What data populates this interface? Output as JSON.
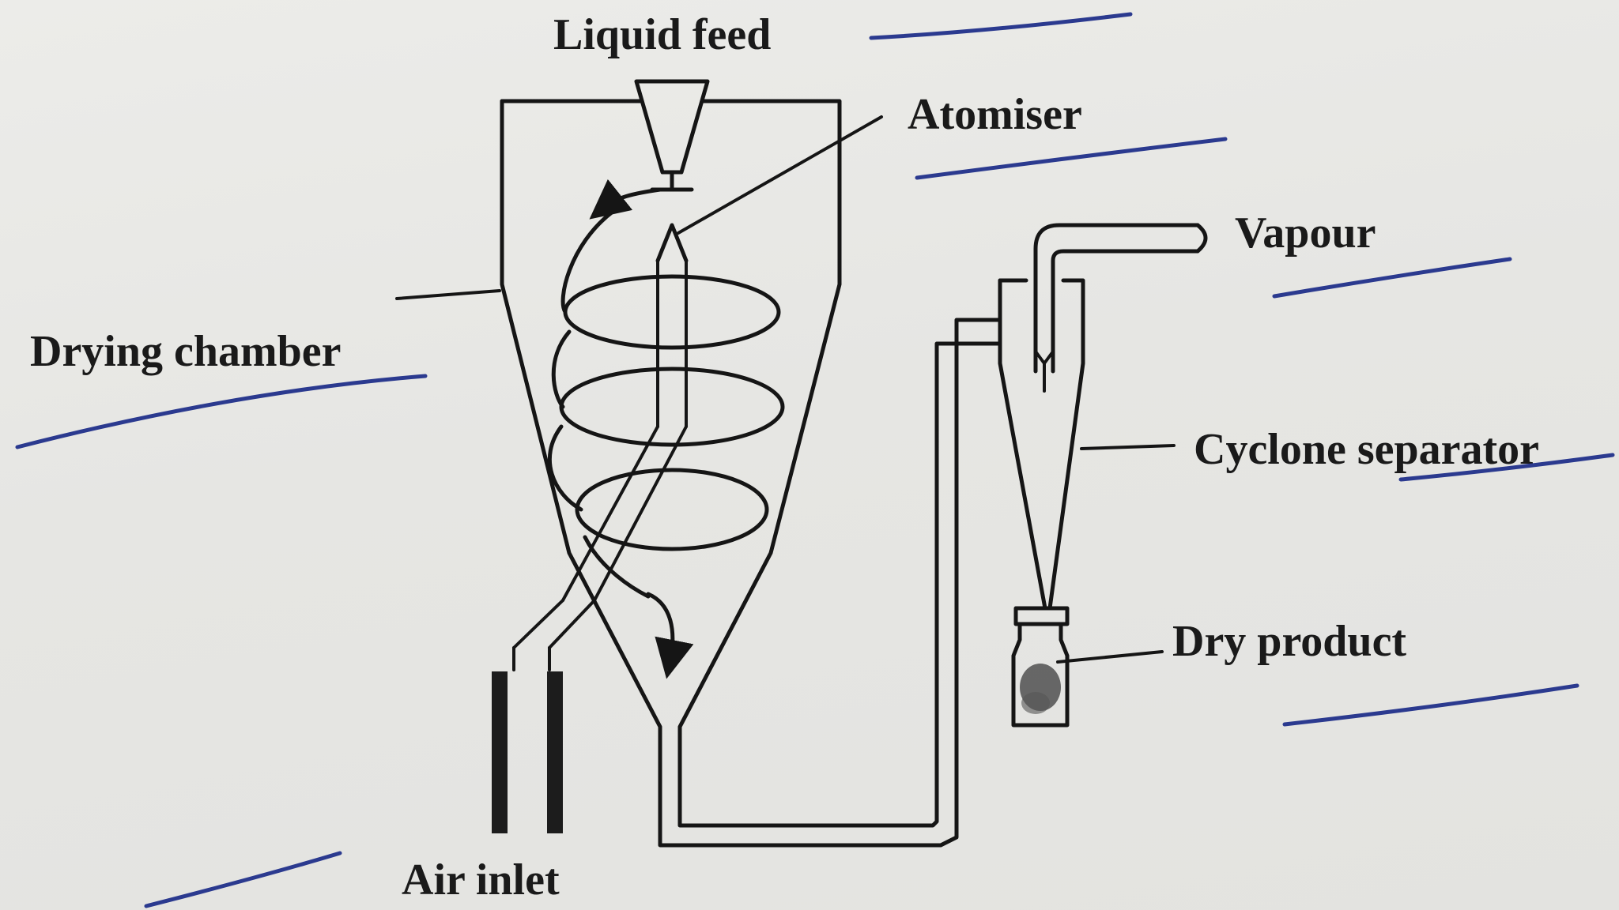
{
  "labels": {
    "liquid_feed": "Liquid feed",
    "atomiser": "Atomiser",
    "vapour": "Vapour",
    "drying_chamber": "Drying chamber",
    "cyclone_separator": "Cyclone separator",
    "dry_product": "Dry product",
    "air_inlet": "Air inlet"
  },
  "colors": {
    "ink": "#151515",
    "pen_underline": "#2b3a8f",
    "paper": "#e9e9e6"
  }
}
